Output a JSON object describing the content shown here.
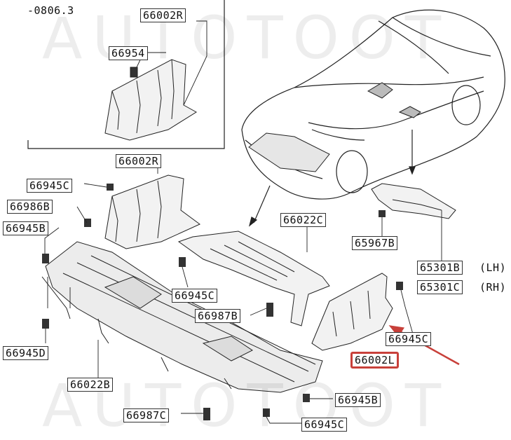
{
  "header": {
    "date_code": "-0806.3"
  },
  "parts": {
    "p66002R_inset": "66002R",
    "p66954": "66954",
    "p66002R_main": "66002R",
    "p66945C_top": "66945C",
    "p66986B": "66986B",
    "p66945B_left": "66945B",
    "p66022C": "66022C",
    "p65967B": "65967B",
    "p65301B": "65301B",
    "p65301B_side": "(LH)",
    "p65301C": "65301C",
    "p65301C_side": "(RH)",
    "p66945C_mid": "66945C",
    "p66987B": "66987B",
    "p66945C_right": "66945C",
    "p66002L": "66002L",
    "p66945D": "66945D",
    "p66022B": "66022B",
    "p66987C": "66987C",
    "p66945B_bottom": "66945B",
    "p66945C_bottom": "66945C"
  },
  "watermark": {
    "top": "AUTOTOOT",
    "bottom": "AUTOTOOT"
  },
  "colors": {
    "line": "#222222",
    "highlight": "#c8403a",
    "part_fill": "#333333"
  }
}
